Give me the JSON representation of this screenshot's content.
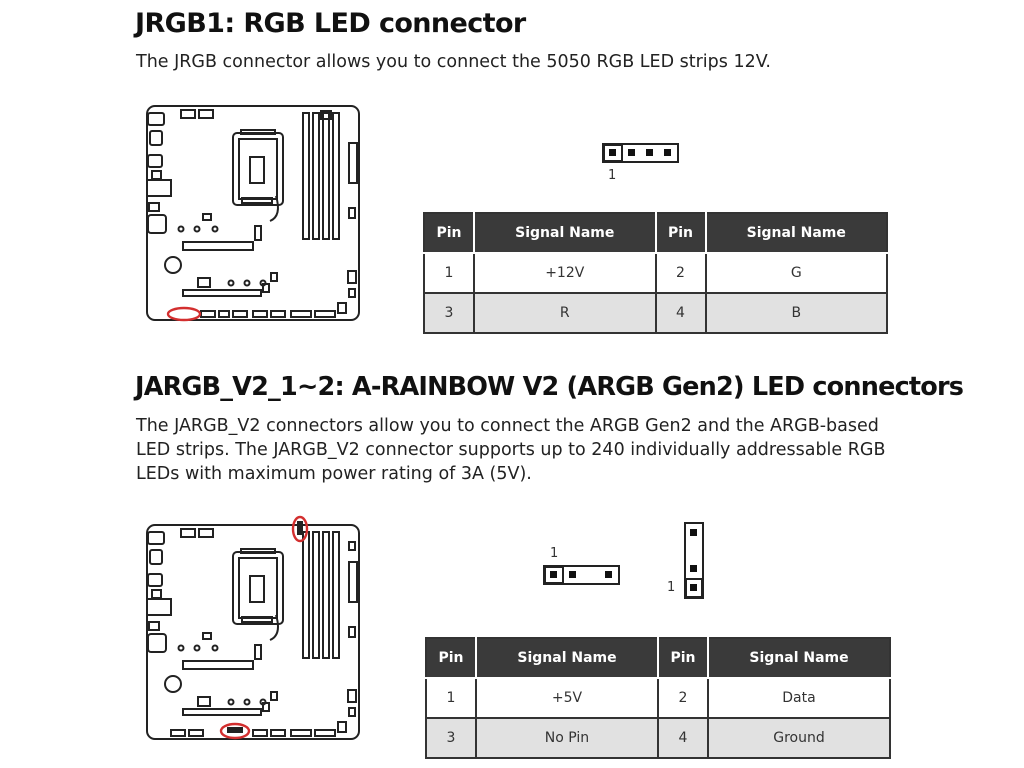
{
  "section1": {
    "title": "JRGB1: RGB LED connector",
    "description": "The JRGB connector allows you to connect the 5050 RGB LED strips 12V.",
    "pin1_label": "1",
    "table": {
      "headers": [
        "Pin",
        "Signal Name",
        "Pin",
        "Signal Name"
      ],
      "rows": [
        {
          "pin_a": "1",
          "sig_a": "+12V",
          "pin_b": "2",
          "sig_b": "G"
        },
        {
          "pin_a": "3",
          "sig_a": "R",
          "pin_b": "4",
          "sig_b": "B"
        }
      ]
    }
  },
  "section2": {
    "title": "JARGB_V2_1~2: A-RAINBOW V2 (ARGB Gen2) LED connectors",
    "description_lines": [
      "The JARGB_V2 connectors allow you to connect the ARGB Gen2 and the ARGB-based",
      "LED strips. The JARGB_V2 connector supports up to 240 individually addressable RGB",
      "LEDs with maximum power rating of 3A (5V)."
    ],
    "pin1_label_horizontal": "1",
    "pin1_label_vertical": "1",
    "table": {
      "headers": [
        "Pin",
        "Signal Name",
        "Pin",
        "Signal Name"
      ],
      "rows": [
        {
          "pin_a": "1",
          "sig_a": "+5V",
          "pin_b": "2",
          "sig_b": "Data"
        },
        {
          "pin_a": "3",
          "sig_a": "No Pin",
          "pin_b": "4",
          "sig_b": "Ground"
        }
      ]
    }
  },
  "colors": {
    "highlight": "#d32f2f",
    "header_bg": "#3a3a3a",
    "row_alt": "#e1e1e1",
    "board_line": "#222222"
  }
}
